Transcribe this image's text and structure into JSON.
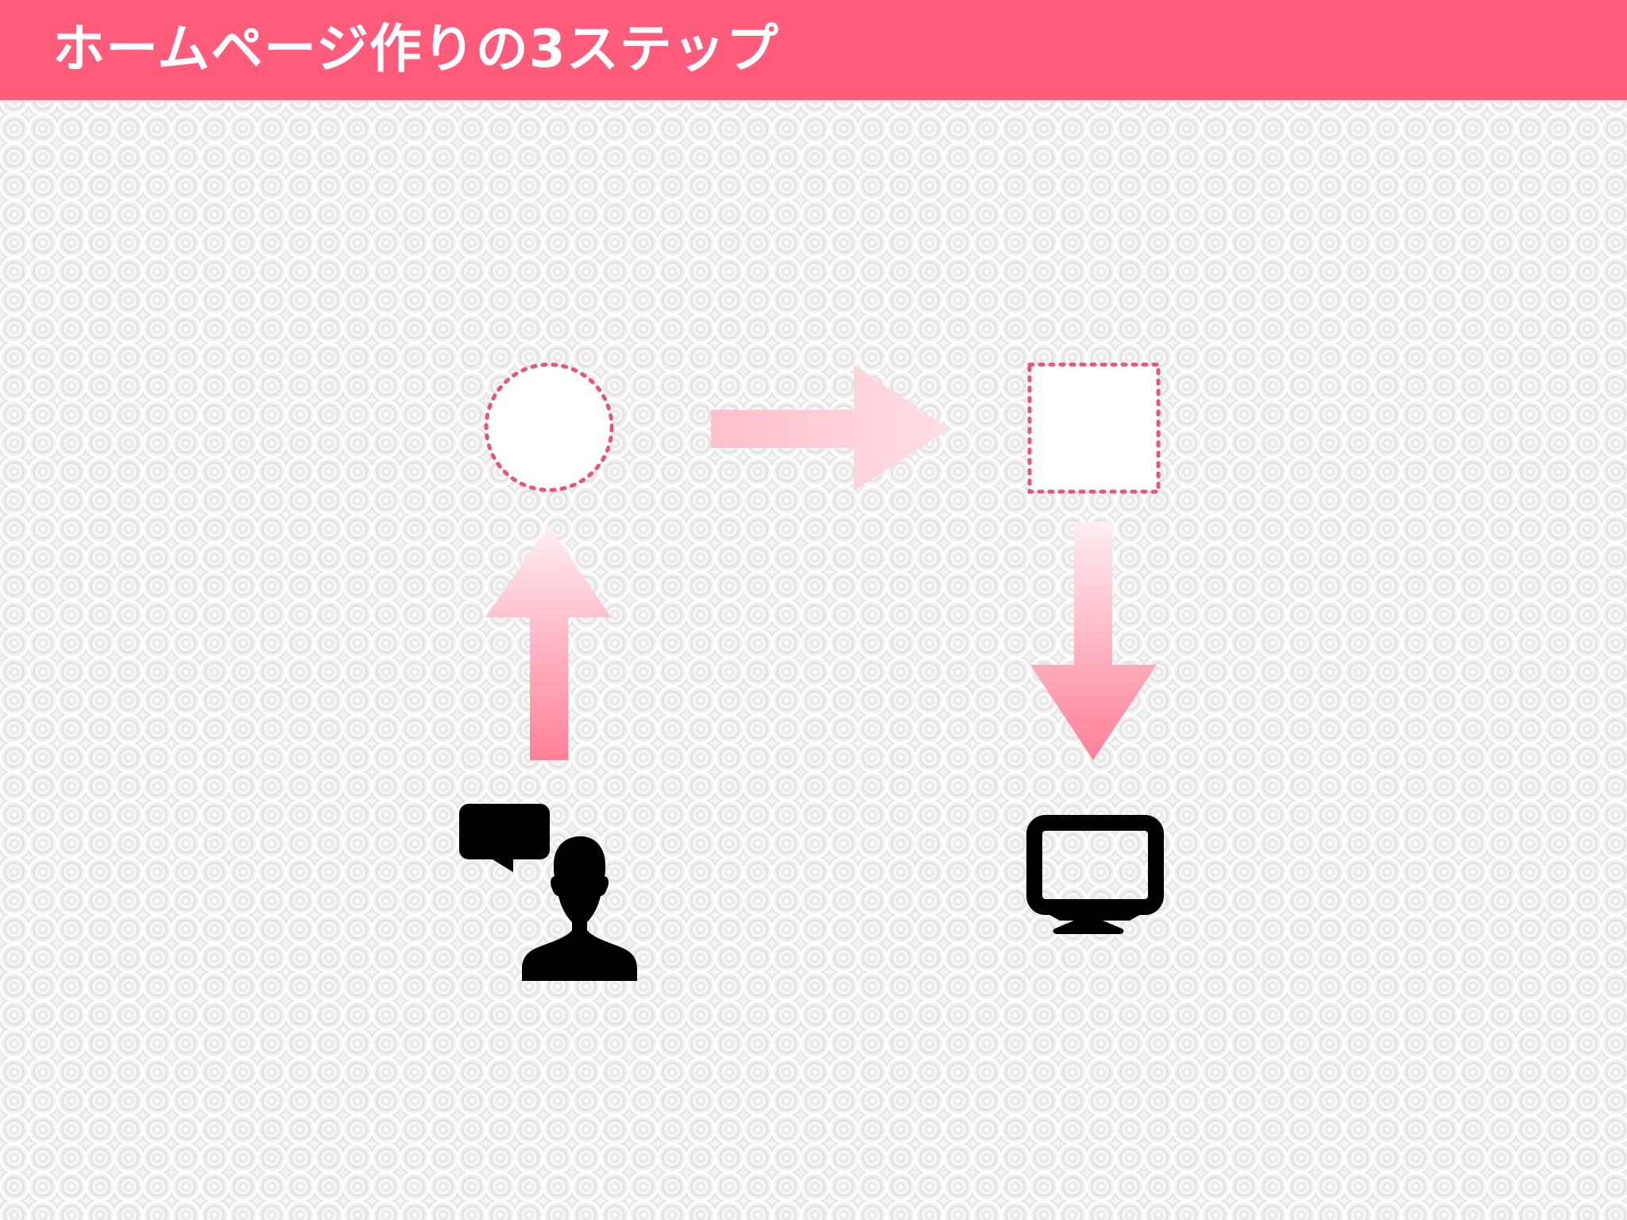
{
  "slide": {
    "title": "ホームページ作りの3ステップ",
    "colors": {
      "header": "#ff5b7b",
      "title_text": "#ffffff",
      "dotted_outline": "#e8547a",
      "arrow_light": "#ffe8ee",
      "arrow_dark": "#ff7f98",
      "icon": "#000000"
    }
  },
  "diagram": {
    "nodes": [
      {
        "id": "step-circle",
        "shape": "circle",
        "fill": "#ffffff",
        "outline": "dotted"
      },
      {
        "id": "step-square",
        "shape": "square",
        "fill": "#ffffff",
        "outline": "dotted"
      }
    ],
    "icons": [
      {
        "id": "consultation",
        "icon": "speech-bubble-person-icon"
      },
      {
        "id": "display",
        "icon": "monitor-icon"
      }
    ],
    "arrows": [
      {
        "from": "consultation",
        "to": "step-circle",
        "direction": "up"
      },
      {
        "from": "step-circle",
        "to": "step-square",
        "direction": "right"
      },
      {
        "from": "step-square",
        "to": "display",
        "direction": "down"
      }
    ]
  }
}
